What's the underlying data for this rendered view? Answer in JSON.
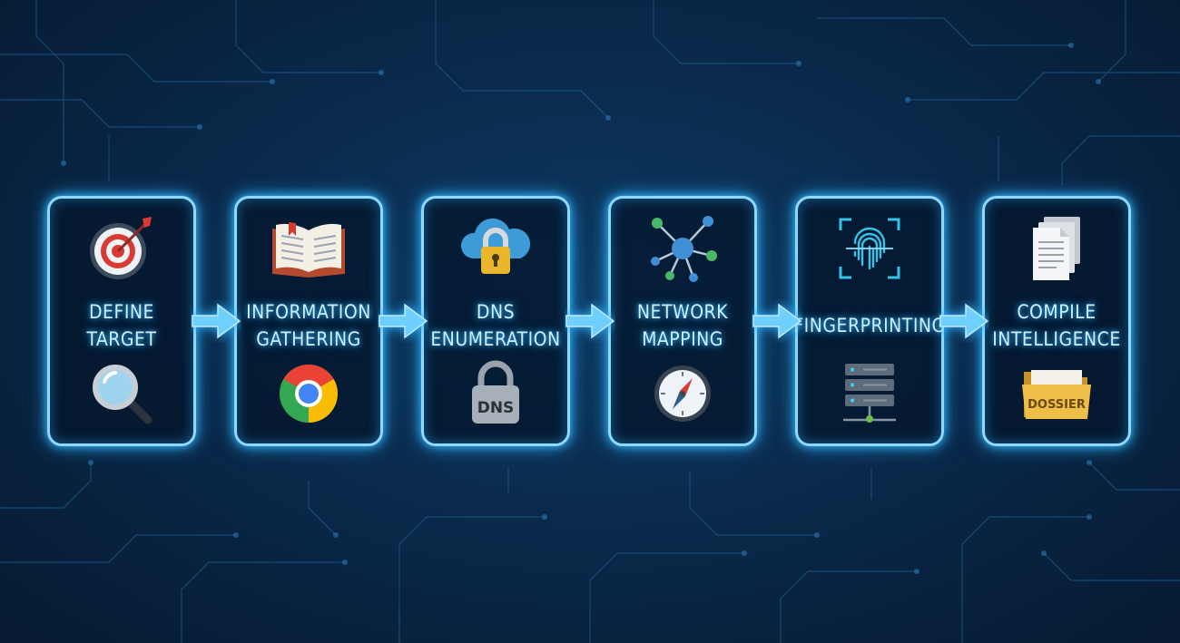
{
  "stages": [
    {
      "line1": "DEFINE",
      "line2": "TARGET",
      "top_icon": "target-icon",
      "bottom_icon": "magnifier-icon"
    },
    {
      "line1": "INFORMATION",
      "line2": "GATHERING",
      "top_icon": "open-book-icon",
      "bottom_icon": "chrome-browser-icon"
    },
    {
      "line1": "DNS",
      "line2": "ENUMERATION",
      "top_icon": "cloud-lock-icon",
      "bottom_icon": "dns-lock-icon",
      "bottom_text": "DNS"
    },
    {
      "line1": "NETWORK",
      "line2": "MAPPING",
      "top_icon": "network-nodes-icon",
      "bottom_icon": "compass-icon"
    },
    {
      "line1": "FINGERPRINTING",
      "line2": "",
      "top_icon": "fingerprint-scan-icon",
      "bottom_icon": "server-rack-icon"
    },
    {
      "line1": "COMPILE",
      "line2": "INTELLIGENCE",
      "top_icon": "documents-icon",
      "bottom_icon": "dossier-folder-icon",
      "bottom_text": "DOSSIER"
    }
  ],
  "colors": {
    "glow": "#2fb4ff",
    "border": "#8fd9ff",
    "text": "#cfeeff",
    "arrow": "#6fd0ff"
  }
}
